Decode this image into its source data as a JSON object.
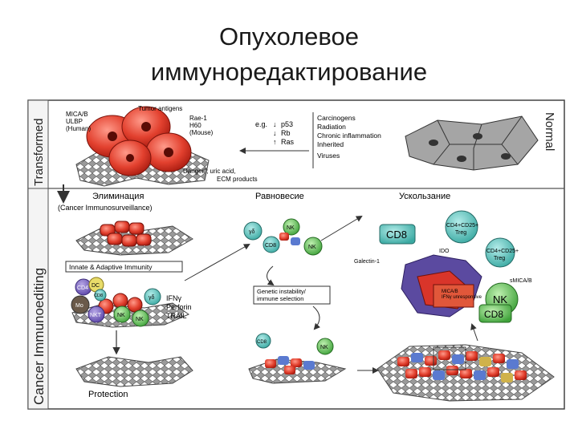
{
  "title": {
    "line1": "Опухолевое",
    "line2": "иммуноредактирование"
  },
  "top_panel": {
    "side_left": "Transformed",
    "side_right": "Normal",
    "tumor_antigens": "Tumor antigens",
    "human_ligands": [
      "MICA/B",
      "ULBP",
      "(Human)"
    ],
    "mouse_ligands": [
      "Rae-1",
      "H60",
      "(Mouse)"
    ],
    "eg": "e.g.",
    "mutations": [
      "p53",
      "Rb",
      "Ras"
    ],
    "carcinogens": [
      "Carcinogens",
      "Radiation",
      "Chronic inflammation",
      "Inherited",
      "Viruses"
    ],
    "danger": "Danger\"; uric acid,",
    "ecm": "ECM products"
  },
  "bottom_panel": {
    "side_left": "Cancer Immunoediting",
    "phase_elimination": "Элиминация",
    "phase_elimination_sub": "(Cancer Immunosurveillance)",
    "phase_equilibrium": "Равновесие",
    "phase_escape": "Ускользание",
    "innate_adaptive": "Innate & Adaptive Immunity",
    "effectors": [
      "IFNγ",
      "Perforin",
      "TRAIL"
    ],
    "genetic": [
      "Genetic instability/",
      "immune selection"
    ],
    "protection": "Protection",
    "galectin": "Galectin-1",
    "ido": "IDO",
    "smica": "sMICA/B",
    "mica_internal": [
      "MICA/B",
      "IFNγ unresponsive"
    ],
    "escape_cells": {
      "cd8": "CD8",
      "treg1": "CD4+CD25+",
      "treg1_sub": "Treg",
      "treg2": "CD4+CD25+",
      "treg2_sub": "Treg",
      "nk": "NK",
      "cd8b": "CD8"
    },
    "elim_cells": {
      "cd4": "CD4",
      "nkt": "NKT",
      "nk1": "NK",
      "nk2": "NK",
      "gd": "γδ",
      "mo": "Mo",
      "dc": "DC",
      "cd8": "CD8"
    },
    "equi_cells": {
      "gd": "γδ",
      "nk": "NK",
      "cd8": "CD8",
      "nk2": "NK",
      "cd8b": "CD8",
      "nk3": "NK"
    }
  }
}
